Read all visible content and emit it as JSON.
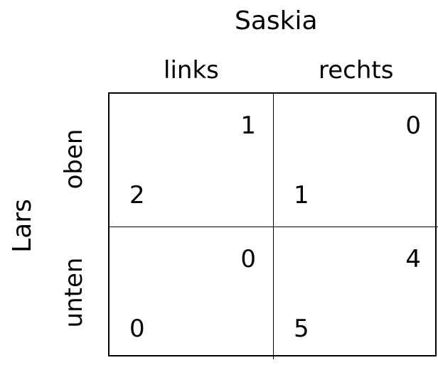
{
  "column_player": "Saskia",
  "row_player": "Lars",
  "column_strategies": [
    "links",
    "rechts"
  ],
  "row_strategies": [
    "oben",
    "unten"
  ],
  "payoffs": [
    [
      {
        "row_payoff": "2",
        "column_payoff": "1"
      },
      {
        "row_payoff": "1",
        "column_payoff": "0"
      }
    ],
    [
      {
        "row_payoff": "0",
        "column_payoff": "0"
      },
      {
        "row_payoff": "5",
        "column_payoff": "4"
      }
    ]
  ]
}
